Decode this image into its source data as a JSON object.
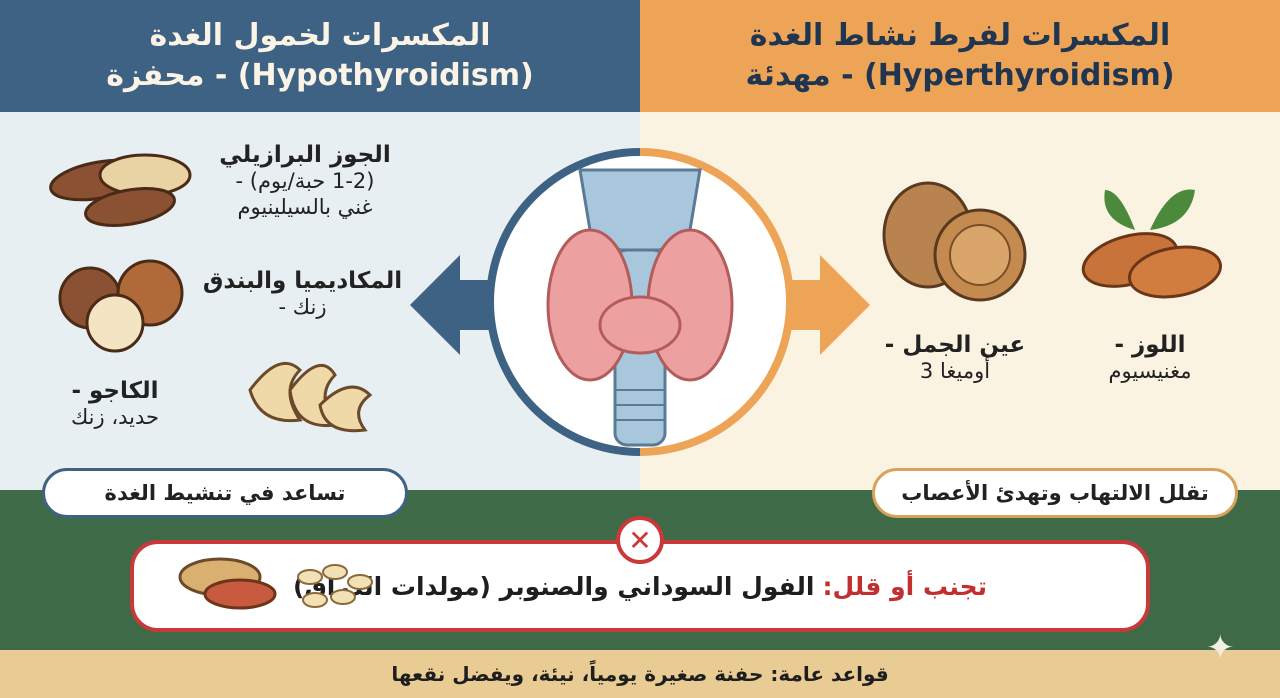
{
  "header_left": {
    "title": "المكسرات لخمول الغدة",
    "subtitle": "(Hypothyroidism) - محفزة"
  },
  "header_right": {
    "title": "المكسرات لفرط نشاط الغدة",
    "subtitle": "(Hyperthyroidism) - مهدئة"
  },
  "left_items": [
    {
      "name": "الجوز البرازيلي",
      "detail1": "(1-2 حبة/يوم) -",
      "detail2": "غني بالسيلينيوم"
    },
    {
      "name": "المكاديميا والبندق",
      "detail1": "زنك -"
    },
    {
      "name": "الكاجو -",
      "detail1": "حديد، زنك"
    }
  ],
  "right_items": [
    {
      "name": "عين الجمل -",
      "detail1": "أوميغا 3"
    },
    {
      "name": "اللوز -",
      "detail1": "مغنيسيوم"
    }
  ],
  "left_pill": "تساعد في تنشيط الغدة",
  "right_pill": "تقلل الالتهاب وتهدئ الأعصاب",
  "avoid": {
    "label": "تجنب أو قلل:",
    "text": "الفول السوداني والصنوبر (مولدات الدراق)",
    "icon": "x-icon"
  },
  "footer": "قواعد عامة: حفنة صغيرة يومياً، نيئة، ويفضل نقعها",
  "colors": {
    "blue": "#3e6283",
    "orange": "#eea456",
    "green": "#3f6a48",
    "red": "#c9393a"
  }
}
